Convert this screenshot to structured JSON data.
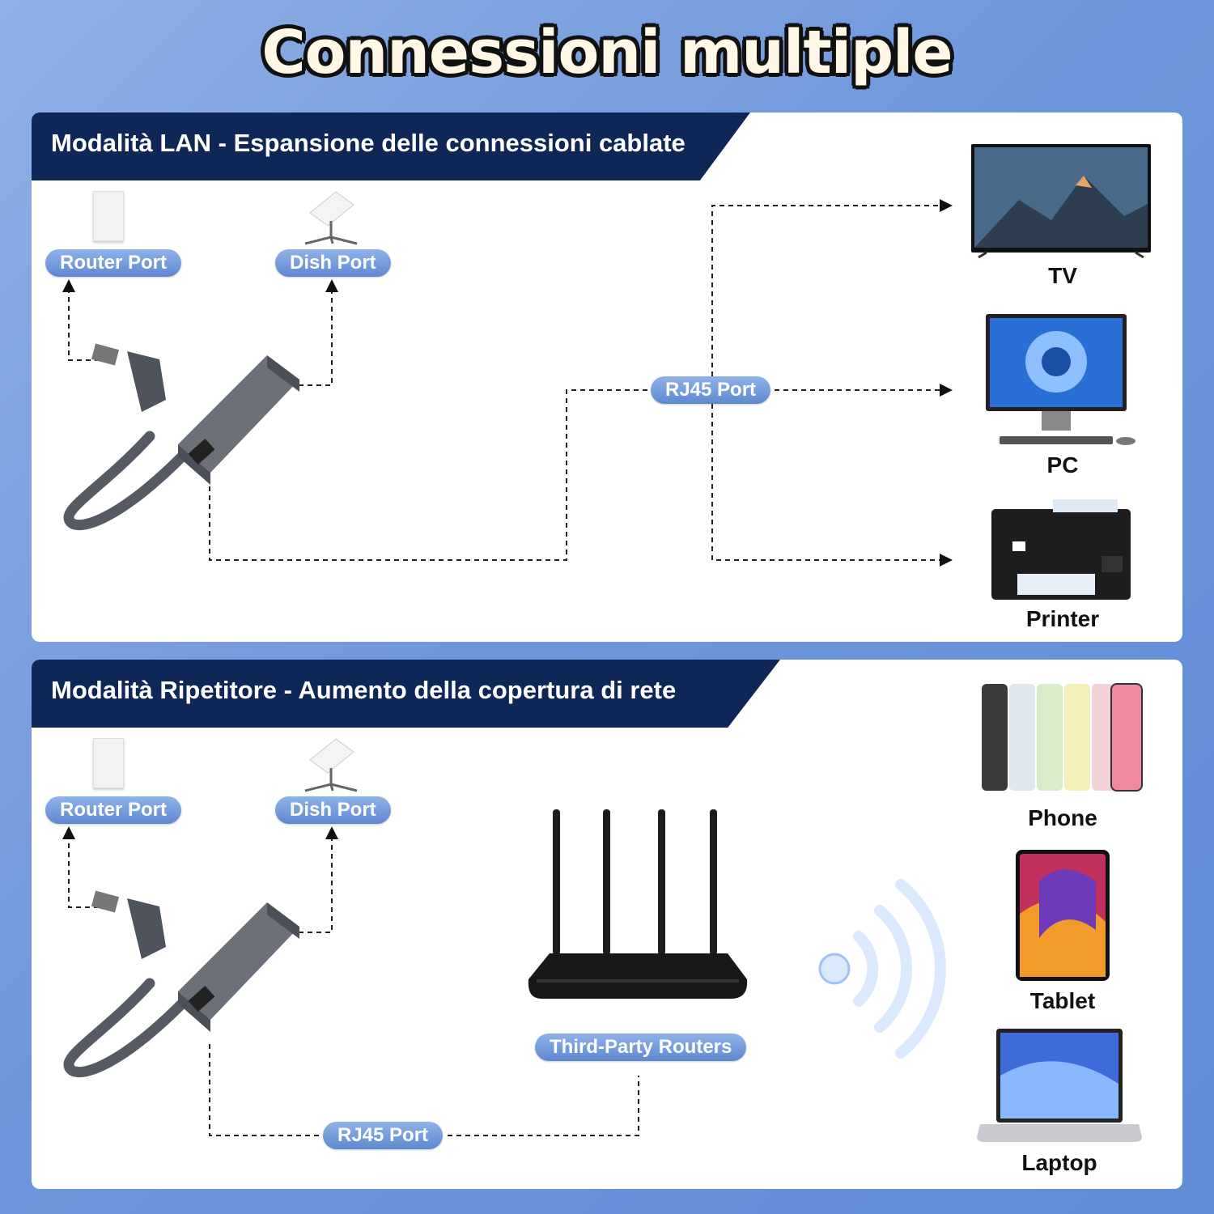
{
  "title": "Connessioni multiple",
  "lan_panel": {
    "heading": "Modalità LAN - Espansione delle connessioni cablate",
    "router_port": "Router Port",
    "dish_port": "Dish Port",
    "rj45_port": "RJ45 Port",
    "devices": [
      "TV",
      "PC",
      "Printer"
    ]
  },
  "repeater_panel": {
    "heading": "Modalità Ripetitore - Aumento della copertura di rete",
    "router_port": "Router Port",
    "dish_port": "Dish Port",
    "rj45_port": "RJ45 Port",
    "third_party": "Third-Party Routers",
    "devices": [
      "Phone",
      "Tablet",
      "Laptop"
    ]
  },
  "colors": {
    "banner": "#0f2756",
    "pill": "#6f97dc",
    "background": "#6f97dc"
  }
}
